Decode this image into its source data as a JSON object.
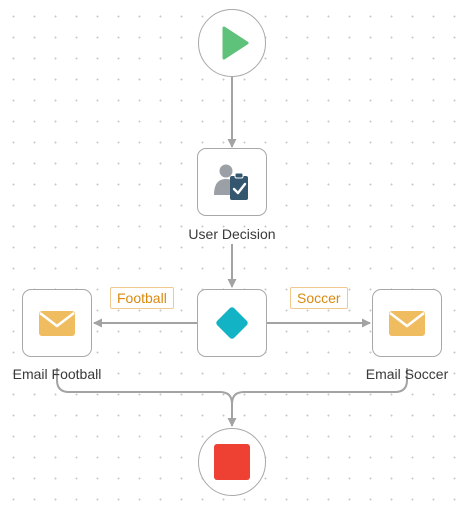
{
  "workflow": {
    "nodes": {
      "start": {
        "type": "start",
        "icon": "play-icon",
        "color": "#5ec27a"
      },
      "user_decision": {
        "type": "task",
        "icon": "user-clipboard-check-icon",
        "label": "User Decision"
      },
      "decision": {
        "type": "gateway",
        "icon": "diamond-icon",
        "color": "#13b3c6"
      },
      "email_football": {
        "type": "email",
        "icon": "envelope-icon",
        "label": "Email Football",
        "color": "#efbc5f"
      },
      "email_soccer": {
        "type": "email",
        "icon": "envelope-icon",
        "label": "Email Soccer",
        "color": "#efbc5f"
      },
      "end": {
        "type": "end",
        "icon": "stop-square-icon",
        "color": "#ef4133"
      }
    },
    "branches": {
      "football": "Football",
      "soccer": "Soccer"
    }
  },
  "colors": {
    "connector": "#a3a3a3",
    "branch_text": "#d9890f",
    "branch_border": "#f1c98f"
  }
}
